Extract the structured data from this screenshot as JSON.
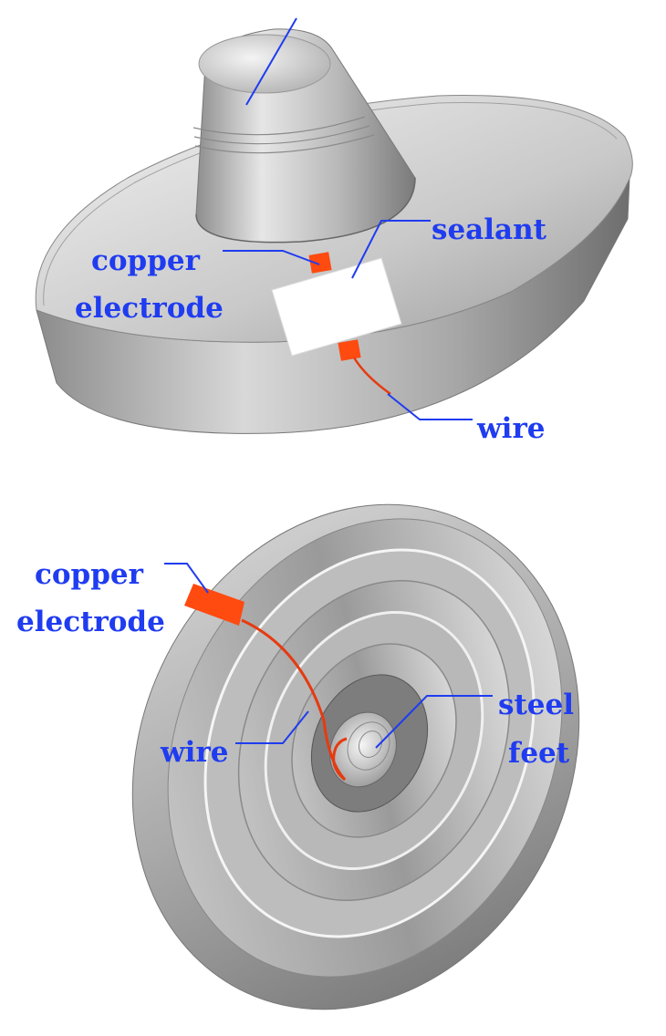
{
  "colors": {
    "label_text": "#1f3cf0",
    "leader_line": "#1f3cf0",
    "electrode": "#ff4a10",
    "wire": "#e63a10",
    "sealant": "#ffffff",
    "insulator_body": "#b5b5b5"
  },
  "top_view": {
    "labels": {
      "copper_line1": "copper",
      "copper_line2": "electrode",
      "sealant": "sealant",
      "wire": "wire"
    }
  },
  "bottom_view": {
    "labels": {
      "copper_line1": "copper",
      "copper_line2": "electrode",
      "wire": "wire",
      "steel_line1": "steel",
      "steel_line2": "feet"
    }
  }
}
